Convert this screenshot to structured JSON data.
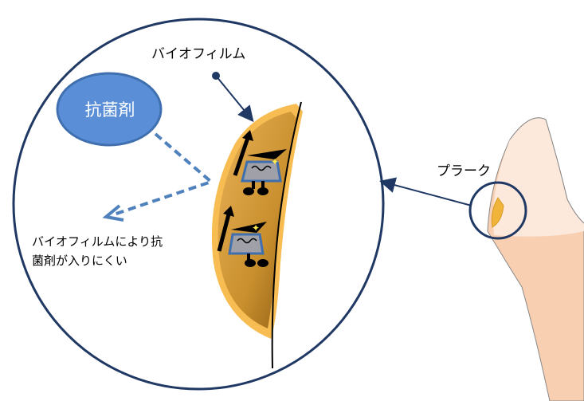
{
  "labels": {
    "biofilm": "バイオフィルム",
    "plaque": "プラーク",
    "antibacterial_agent": "抗菌剤",
    "description_line1": "バイオフィルムにより抗",
    "description_line2": "菌剤が入りにくい"
  },
  "colors": {
    "circle_stroke": "#1f3864",
    "agent_fill": "#5a8fd8",
    "dashed_arrow": "#4f81bd",
    "biofilm_outer": "#f7bd52",
    "tooth_crown": "#fde9dc",
    "tooth_root": "#f9cfb2"
  }
}
